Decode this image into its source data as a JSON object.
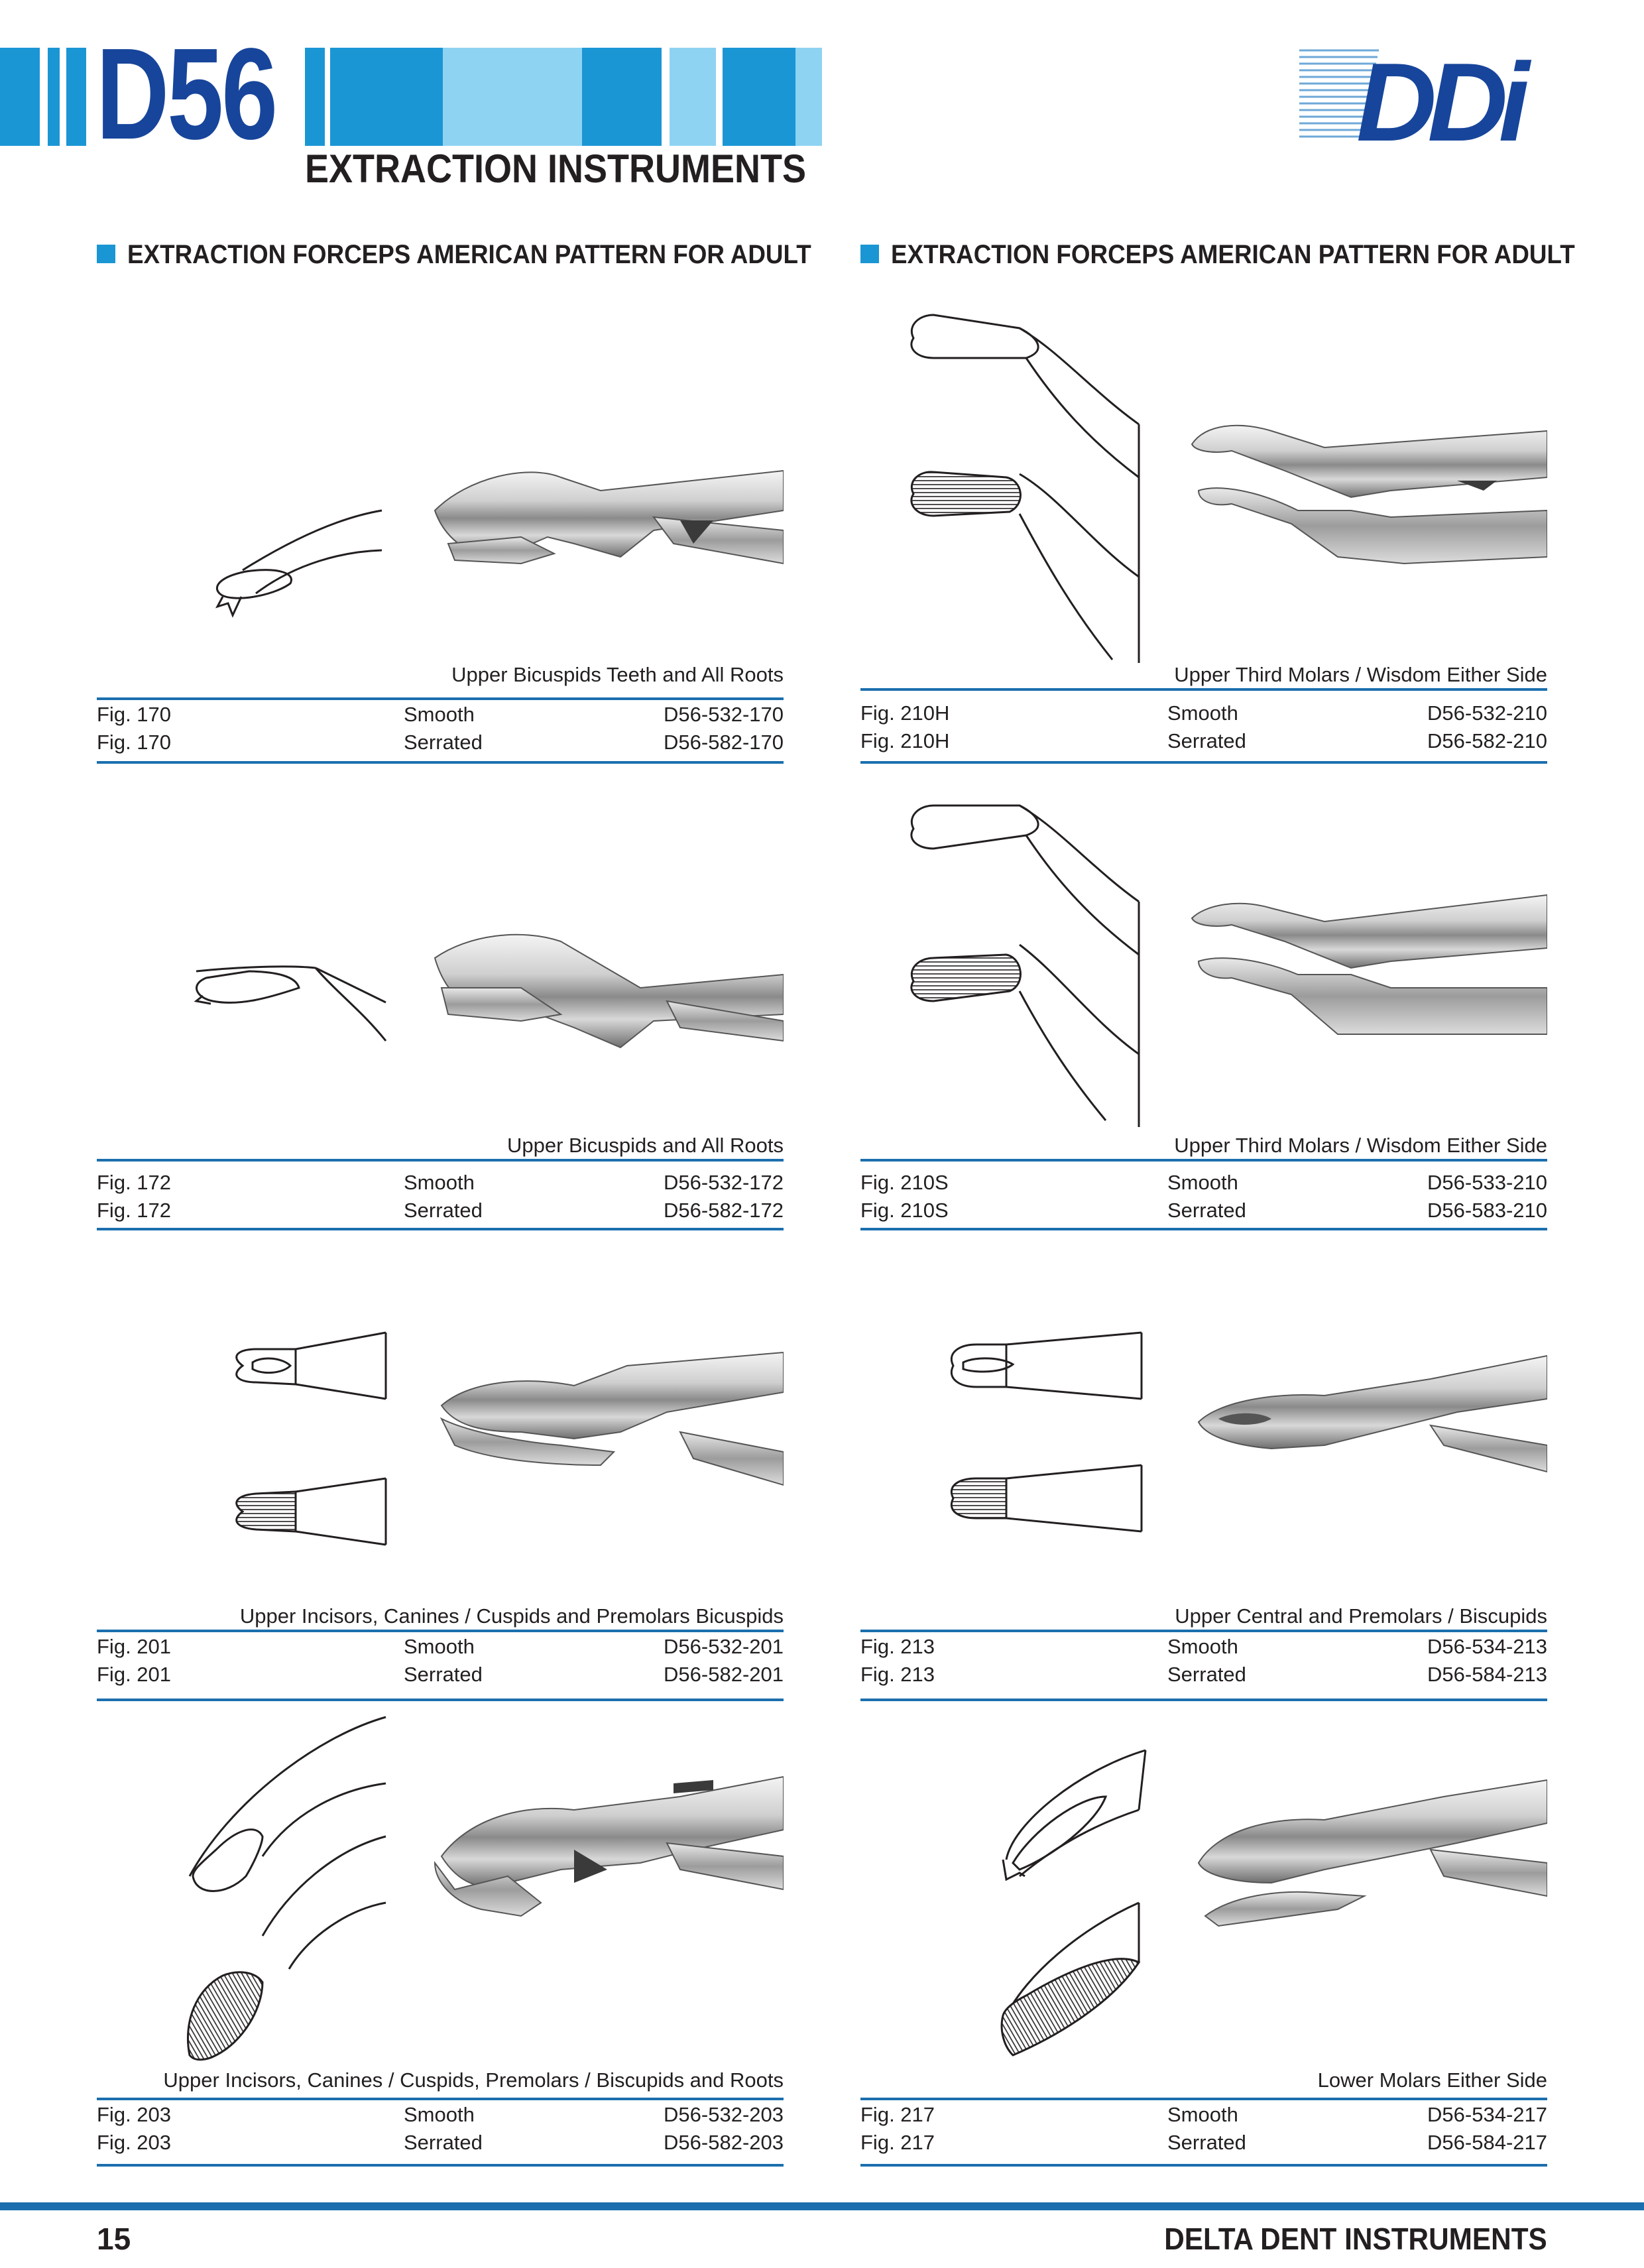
{
  "header": {
    "catalog_code": "D56",
    "subtitle": "EXTRACTION INSTRUMENTS",
    "logo_text": "DDi",
    "accent_color": "#1b96d4",
    "dark_blue": "#17459b"
  },
  "sections": {
    "left_heading": "EXTRACTION FORCEPS AMERICAN PATTERN FOR ADULT",
    "right_heading": "EXTRACTION FORCEPS AMERICAN PATTERN FOR ADULT"
  },
  "products": {
    "f170": {
      "description": "Upper Bicuspids Teeth and All Roots",
      "rows": [
        {
          "fig": "Fig. 170",
          "finish": "Smooth",
          "code": "D56-532-170"
        },
        {
          "fig": "Fig. 170",
          "finish": "Serrated",
          "code": "D56-582-170"
        }
      ]
    },
    "f172": {
      "description": "Upper Bicuspids and All Roots",
      "rows": [
        {
          "fig": "Fig. 172",
          "finish": "Smooth",
          "code": "D56-532-172"
        },
        {
          "fig": "Fig. 172",
          "finish": "Serrated",
          "code": "D56-582-172"
        }
      ]
    },
    "f201": {
      "description": "Upper Incisors, Canines / Cuspids and Premolars Bicuspids",
      "rows": [
        {
          "fig": "Fig. 201",
          "finish": "Smooth",
          "code": "D56-532-201"
        },
        {
          "fig": "Fig. 201",
          "finish": "Serrated",
          "code": "D56-582-201"
        }
      ]
    },
    "f203": {
      "description": "Upper Incisors, Canines / Cuspids, Premolars / Biscupids and Roots",
      "rows": [
        {
          "fig": "Fig. 203",
          "finish": "Smooth",
          "code": "D56-532-203"
        },
        {
          "fig": "Fig. 203",
          "finish": "Serrated",
          "code": "D56-582-203"
        }
      ]
    },
    "f210h": {
      "description": "Upper Third Molars / Wisdom Either Side",
      "rows": [
        {
          "fig": "Fig. 210H",
          "finish": "Smooth",
          "code": "D56-532-210"
        },
        {
          "fig": "Fig. 210H",
          "finish": "Serrated",
          "code": "D56-582-210"
        }
      ]
    },
    "f210s": {
      "description": "Upper Third Molars / Wisdom Either Side",
      "rows": [
        {
          "fig": "Fig. 210S",
          "finish": "Smooth",
          "code": "D56-533-210"
        },
        {
          "fig": "Fig. 210S",
          "finish": "Serrated",
          "code": "D56-583-210"
        }
      ]
    },
    "f213": {
      "description": "Upper Central and Premolars / Biscupids",
      "rows": [
        {
          "fig": "Fig. 213",
          "finish": "Smooth",
          "code": "D56-534-213"
        },
        {
          "fig": "Fig. 213",
          "finish": "Serrated",
          "code": "D56-584-213"
        }
      ]
    },
    "f217": {
      "description": "Lower Molars Either Side",
      "rows": [
        {
          "fig": "Fig. 217",
          "finish": "Smooth",
          "code": "D56-534-217"
        },
        {
          "fig": "Fig. 217",
          "finish": "Serrated",
          "code": "D56-584-217"
        }
      ]
    }
  },
  "footer": {
    "page_number": "15",
    "brand": "DELTA DENT INSTRUMENTS"
  }
}
